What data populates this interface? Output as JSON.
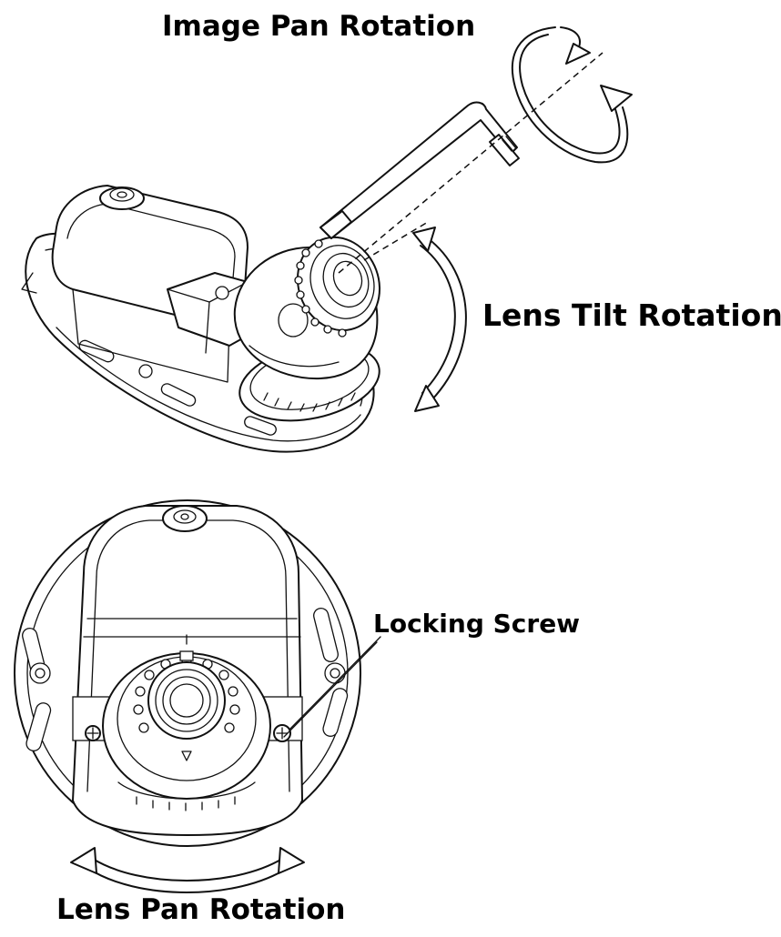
{
  "labels": {
    "image_pan_rotation": "Image Pan Rotation",
    "lens_tilt_rotation": "Lens Tilt Rotation",
    "locking_screw": "Locking Screw",
    "lens_pan_rotation": "Lens Pan Rotation"
  },
  "colors": {
    "line": "#111111",
    "background": "#ffffff"
  }
}
